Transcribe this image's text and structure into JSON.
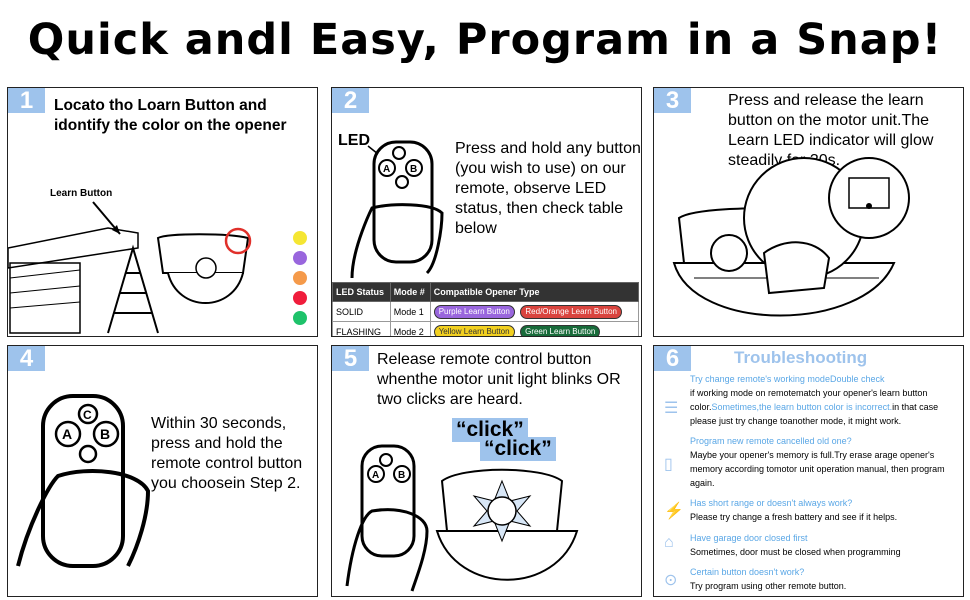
{
  "title": "Quick andl Easy, Program in a Snap!",
  "panels": {
    "p1": {
      "num": "1",
      "text": "Locato tho Loarn Button and idontify the color on the opener",
      "label": "Learn Button"
    },
    "p2": {
      "num": "2",
      "led": "LED",
      "text": "Press and hold any button (you wish to use) on our remote, observe LED status, then check table below",
      "table": {
        "headers": [
          "LED Status",
          "Mode #",
          "Compatible Opener Type"
        ],
        "rows": [
          {
            "status": "SOLID",
            "mode": "Mode 1",
            "b1": "Purple Learn Button",
            "b2": "Red/Orange Learn Button"
          },
          {
            "status": "FLASHING",
            "mode": "Mode 2",
            "b1": "Yellow Learn Button",
            "b2": "Green Learn Button"
          }
        ]
      }
    },
    "p3": {
      "num": "3",
      "text": "Press and release the learn button on the motor unit.The Learn LED indicator will glow steadily for 30s."
    },
    "p4": {
      "num": "4",
      "text": "Within 30 seconds, press and hold the remote control button you choosein Step 2."
    },
    "p5": {
      "num": "5",
      "text": "Release remote control button whenthe motor unit light blinks OR two clicks are heard.",
      "click1": "“click”",
      "click2": "“click”"
    },
    "p6": {
      "num": "6",
      "heading": "Troubleshooting",
      "items": [
        {
          "q": "Try change remote's working modeDouble check",
          "a": "if working mode on remotematch your opener's learn button color.",
          "a2": "Sometimes,the learn button color is incorrect.",
          "a3": "in that case please just try change toanother mode, it might work."
        },
        {
          "q": "Program new remote cancelled old one?",
          "a": "Maybe your opener's memory is full.Try erase arage opener's memory according tomotor unit operation manual, then program again."
        },
        {
          "q": "Has short range or doesn't always work?",
          "a": "Please try change a fresh battery and see if it helps."
        },
        {
          "q": "Have garage door closed first",
          "a": "Sometimes, door must be closed when programming"
        },
        {
          "q": "Certain button doesn't work?",
          "a": "Try program using other remote button."
        }
      ]
    }
  },
  "colors": {
    "accent": "#9ec3ec",
    "yellow": "#f5e633",
    "purple": "#9966dd",
    "orange": "#f59a4a",
    "red": "#f01d3c",
    "green": "#1ec26a"
  },
  "icons": [
    "sliders-icon",
    "remote-icon",
    "battery-icon",
    "garage-icon",
    "toggle-icon"
  ]
}
